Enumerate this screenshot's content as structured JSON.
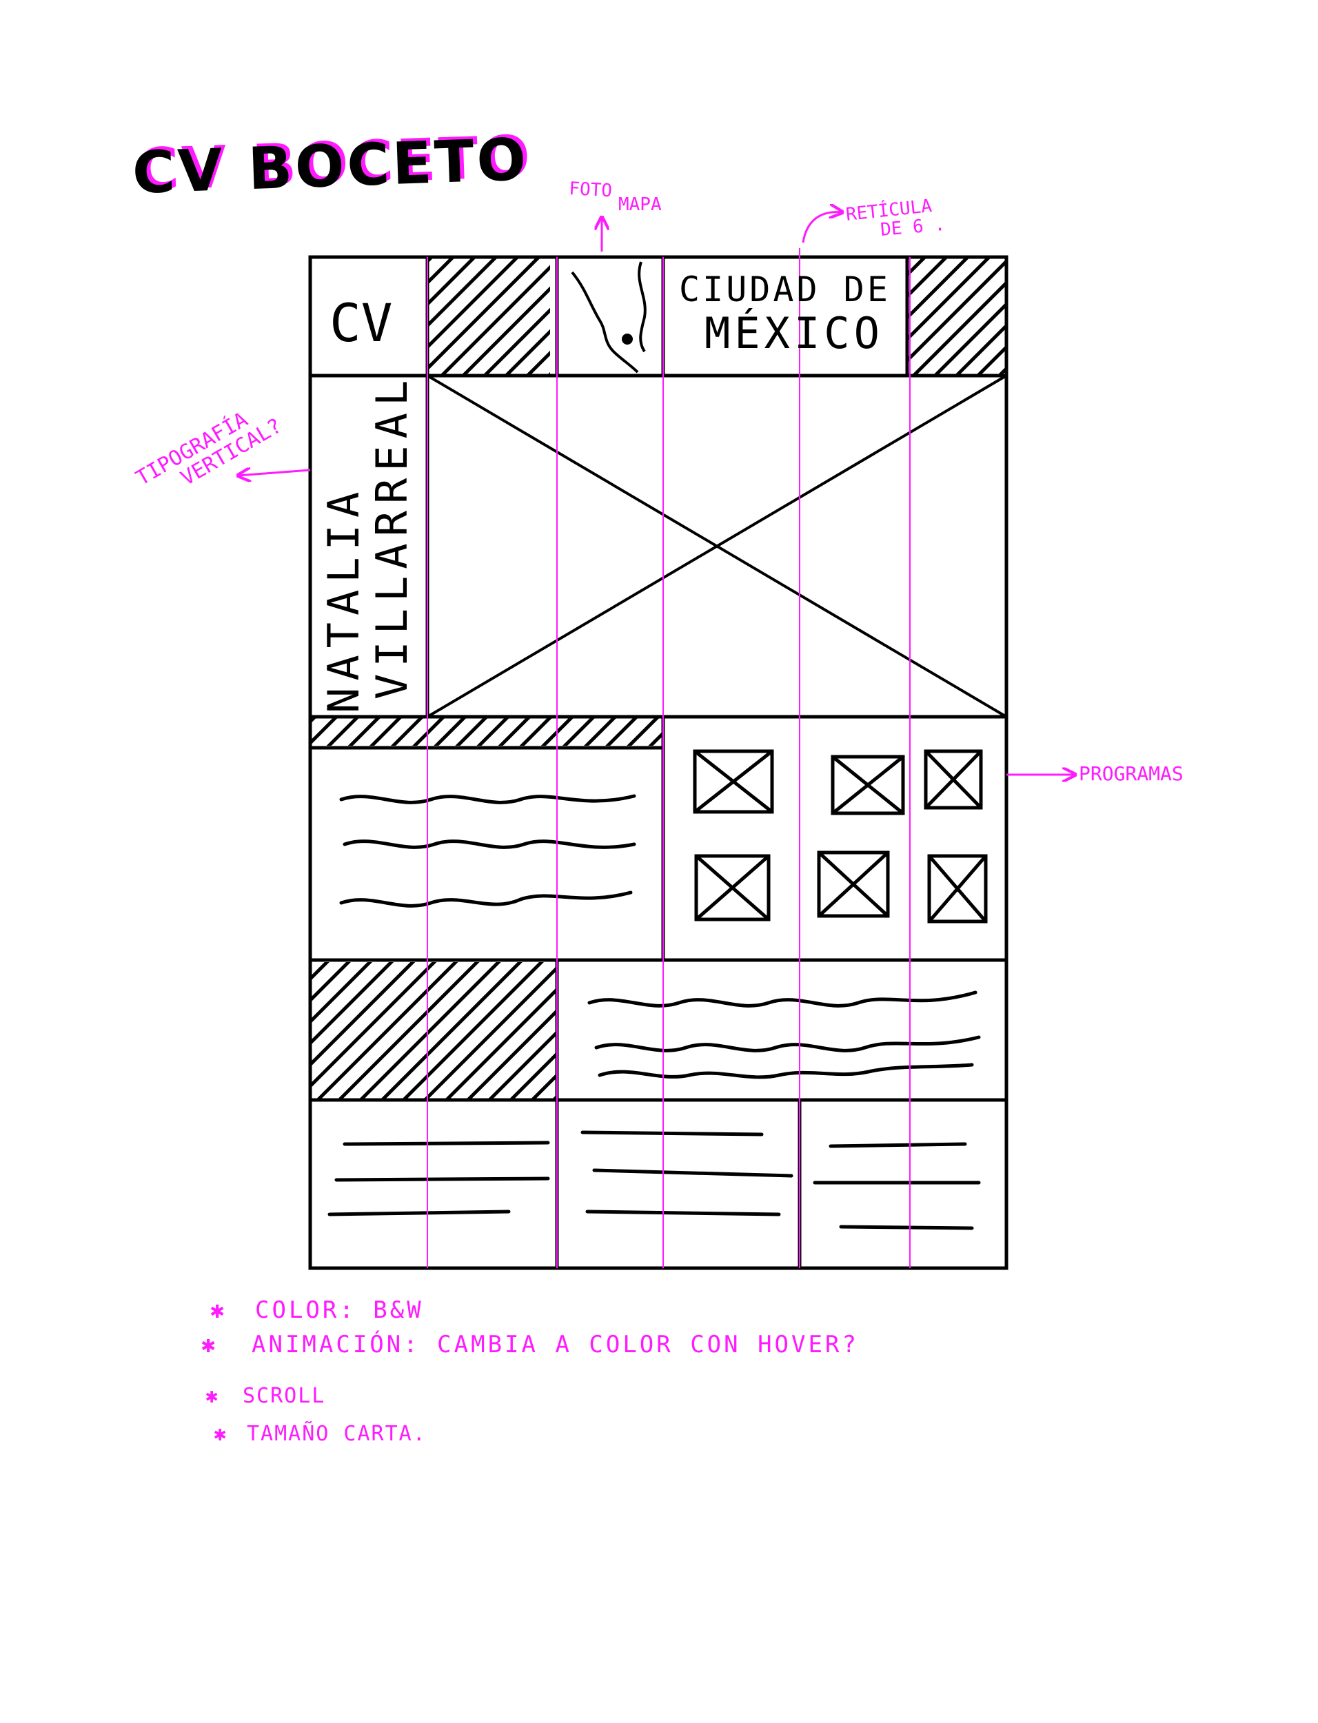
{
  "title": "CV BOCETO",
  "header": {
    "cv_label": "CV",
    "city_line1": "CIUDAD DE",
    "city_line2": "MÉXICO"
  },
  "vertical_name": {
    "line1": "NATALIA",
    "line2": "VILLARREAL"
  },
  "annotations": {
    "foto": "FOTO",
    "mapa": "MAPA",
    "reticula_line1": "RETÍCULA",
    "reticula_line2": "DE 6 .",
    "tipografia_line1": "TIPOGRAFÍA",
    "tipografia_line2": "VERTICAL?",
    "programas": "PROGRAMAS"
  },
  "notes": [
    "COLOR: B&W",
    "ANIMACIÓN: CAMBIA A COLOR CON HOVER?",
    "SCROLL",
    "TAMAÑO CARTA."
  ],
  "colors": {
    "ink": "#000000",
    "annotation": "#ff1aff",
    "background": "#ffffff"
  }
}
